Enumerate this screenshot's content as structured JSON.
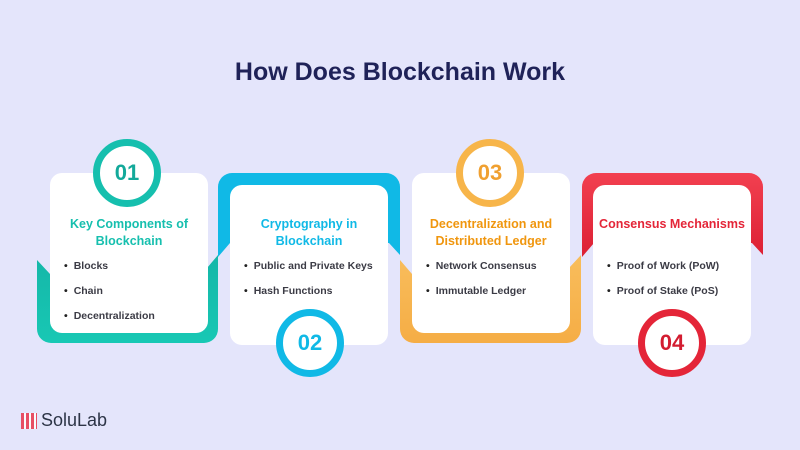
{
  "title": "How Does Blockchain Work",
  "colors": {
    "teal": "#16bfae",
    "blue": "#10b9e6",
    "orange": "#f7b54a",
    "red": "#e42538"
  },
  "steps": [
    {
      "number": "01",
      "heading": "Key Components of Blockchain",
      "items": [
        "Blocks",
        "Chain",
        "Decentralization"
      ]
    },
    {
      "number": "02",
      "heading": "Cryptography in Blockchain",
      "items": [
        "Public and Private Keys",
        "Hash Functions"
      ]
    },
    {
      "number": "03",
      "heading": "Decentralization and Distributed Ledger",
      "items": [
        "Network Consensus",
        "Immutable Ledger"
      ]
    },
    {
      "number": "04",
      "heading": "Consensus Mechanisms",
      "items": [
        "Proof of Work (PoW)",
        "Proof of Stake (PoS)"
      ]
    }
  ],
  "logo": {
    "text": "SoluLab"
  }
}
